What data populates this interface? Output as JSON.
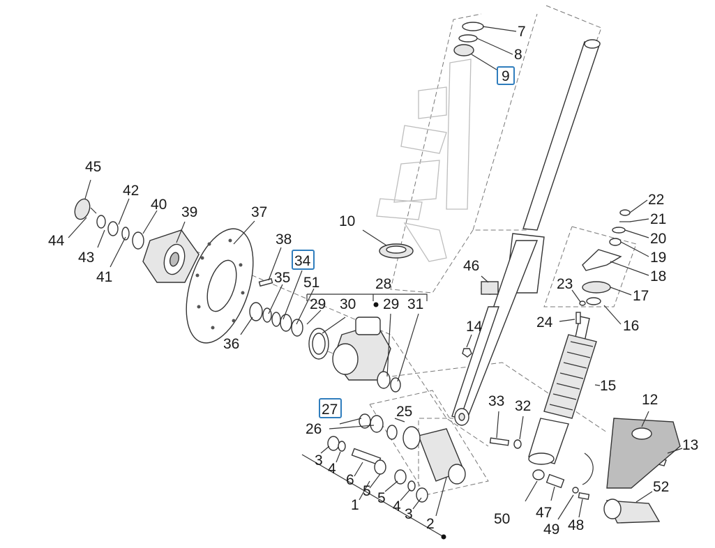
{
  "labels": {
    "p1": "1",
    "p2": "2",
    "p3a": "3",
    "p3b": "3",
    "p4a": "4",
    "p4b": "4",
    "p5a": "5",
    "p5b": "5",
    "p6": "6",
    "p7": "7",
    "p8": "8",
    "p9": "9",
    "p10": "10",
    "p12": "12",
    "p13": "13",
    "p14": "14",
    "p15": "15",
    "p16": "16",
    "p17": "17",
    "p18": "18",
    "p19": "19",
    "p20": "20",
    "p21": "21",
    "p22": "22",
    "p23": "23",
    "p24": "24",
    "p25": "25",
    "p26": "26",
    "p27": "27",
    "p28": "28",
    "p29a": "29",
    "p29b": "29",
    "p30": "30",
    "p31": "31",
    "p32": "32",
    "p33": "33",
    "p34": "34",
    "p35": "35",
    "p36": "36",
    "p37": "37",
    "p38": "38",
    "p39": "39",
    "p40": "40",
    "p41": "41",
    "p42": "42",
    "p43": "43",
    "p44": "44",
    "p45": "45",
    "p46": "46",
    "p47": "47",
    "p48": "48",
    "p49": "49",
    "p50": "50",
    "p51": "51",
    "p52": "52"
  },
  "highlighted": [
    "9",
    "27",
    "34"
  ],
  "colors": {
    "highlight": "#2f7dbd",
    "line": "#333333",
    "ghost": "#bdbdbd"
  }
}
